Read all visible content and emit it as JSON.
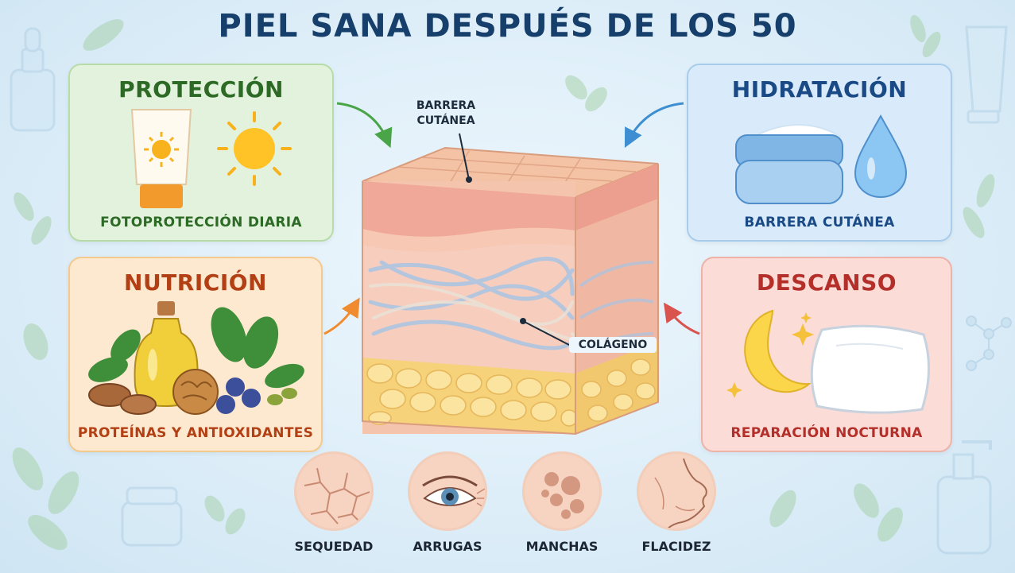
{
  "title": "PIEL SANA DESPUÉS DE LOS 50",
  "cards": {
    "proteccion": {
      "heading": "PROTECCIÓN",
      "caption": "FOTOPROTECCIÓN DIARIA",
      "color": "#2c6a25"
    },
    "hidratacion": {
      "heading": "HIDRATACIÓN",
      "caption": "BARRERA CUTÁNEA",
      "color": "#1a4a86"
    },
    "nutricion": {
      "heading": "NUTRICIÓN",
      "caption": "PROTEÍNAS Y ANTIOXIDANTES",
      "color": "#b33f14"
    },
    "descanso": {
      "heading": "DESCANSO",
      "caption": "REPARACIÓN NOCTURNA",
      "color": "#b42f2a"
    }
  },
  "skin_diagram": {
    "barrier_label_line1": "BARRERA",
    "barrier_label_line2": "CUTÁNEA",
    "collagen_label": "COLÁGENO"
  },
  "issues": [
    {
      "label": "SEQUEDAD",
      "icon": "dry-skin-icon"
    },
    {
      "label": "ARRUGAS",
      "icon": "wrinkled-eye-icon"
    },
    {
      "label": "MANCHAS",
      "icon": "spots-icon"
    },
    {
      "label": "FLACIDEZ",
      "icon": "sagging-skin-icon"
    }
  ]
}
